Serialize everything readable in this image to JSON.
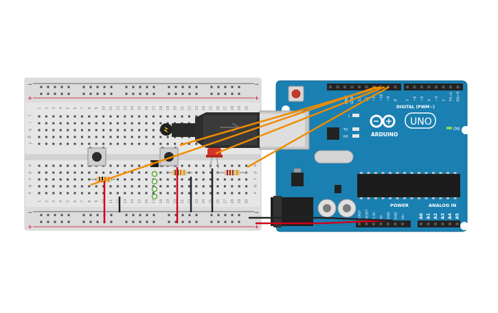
{
  "breadboard": {
    "rail_plus": "+",
    "rail_minus": "−",
    "row_letters_top": [
      "j",
      "i",
      "h",
      "g",
      "f"
    ],
    "row_letters_bottom": [
      "e",
      "d",
      "c",
      "b",
      "a"
    ],
    "column_numbers": [
      "1",
      "2",
      "3",
      "4",
      "5",
      "6",
      "7",
      "8",
      "9",
      "10",
      "11",
      "12",
      "13",
      "14",
      "15",
      "16",
      "17",
      "18",
      "19",
      "20",
      "21",
      "22",
      "23",
      "24",
      "25",
      "26",
      "27",
      "28",
      "29",
      "30"
    ]
  },
  "arduino": {
    "brand": "ARDUINO",
    "model": "UNO",
    "digital_header_label": "DIGITAL (PWM~)",
    "analog_header_label": "ANALOG IN",
    "power_header_label": "POWER",
    "on_label": "ON",
    "aref_label": "AREF",
    "gnd_label": "GND",
    "led_l_label": "L",
    "led_tx_label": "TX",
    "led_rx_label": "RX",
    "digital_pins": [
      "13",
      "12",
      "~11",
      "~10",
      "~9",
      "8",
      "7",
      "~6",
      "~5",
      "4",
      "~3",
      "2",
      "TX→1",
      "RX←0"
    ],
    "power_pins": [
      "IOREF",
      "RESET",
      "3.3V",
      "5V",
      "GND",
      "GND",
      "Vin"
    ],
    "analog_pins": [
      "A0",
      "A1",
      "A2",
      "A3",
      "A4",
      "A5"
    ]
  },
  "colors": {
    "board_blue": "#1a7fb1",
    "breadboard_body": "#e8e8e8",
    "wire_orange": "#f08c00",
    "wire_red": "#d0021b",
    "wire_black": "#222222",
    "wire_green": "#55a630",
    "led_red": "#d4342a"
  }
}
